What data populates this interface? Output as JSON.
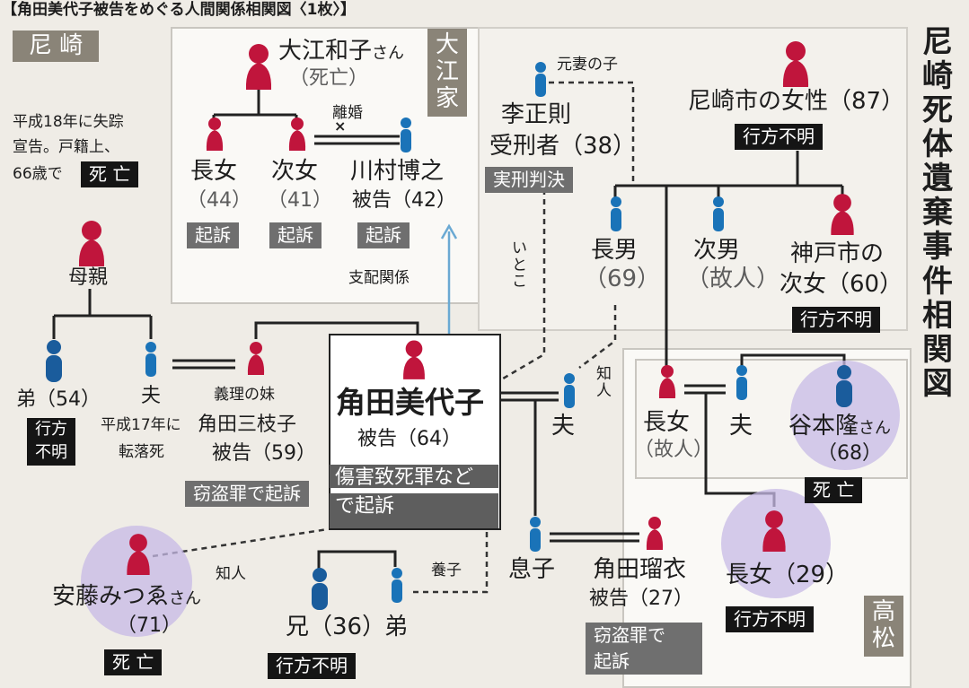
{
  "header": {
    "title": "【角田美代子被告をめぐる人間関係相関図〈1枚〉】"
  },
  "side_title": "尼崎死体遺棄事件相関図",
  "regions": {
    "amagasaki": "尼 崎",
    "oe": "大江家",
    "takamatsu": "高松"
  },
  "colors": {
    "female": "#c0153c",
    "male": "#1a73b8",
    "halo": "#c7b9e6",
    "badge_dark": "#151515",
    "badge_gray": "#6f6f6f"
  },
  "people": {
    "oe_kazuko": {
      "name": "大江和子",
      "honorific": "さん",
      "status": "（死亡）"
    },
    "choujo_oe": {
      "name": "長女",
      "age": "（44）",
      "badge": "起訴"
    },
    "jijo_oe": {
      "name": "次女",
      "age": "（41）",
      "badge": "起訴"
    },
    "kawamura": {
      "name": "川村博之",
      "line2": "被告（42）",
      "badge": "起訴"
    },
    "rijeongchik": {
      "name": "李正則",
      "line2": "受刑者（38）",
      "badge": "実刑判決"
    },
    "amagasaki_woman": {
      "name": "尼崎市の女性（87）",
      "badge": "行方不明"
    },
    "mother": {
      "note1": "平成18年に失踪",
      "note2": "宣告。戸籍上、",
      "note3": "66歳で",
      "badge": "死 亡",
      "name": "母親"
    },
    "younger_brother": {
      "name": "弟（54）",
      "badge1": "行方",
      "badge2": "不明"
    },
    "husband_sister": {
      "name": "夫",
      "note1": "平成17年に",
      "note2": "転落死"
    },
    "mieko": {
      "note": "義理の妹",
      "name": "角田三枝子",
      "age": "被告（59）",
      "badge": "窃盗罪で起訴"
    },
    "miyoko": {
      "name": "角田美代子",
      "age": "被告（64）",
      "charge1": "傷害致死罪など",
      "charge2": "で起訴"
    },
    "miyoko_husband": {
      "name": "夫"
    },
    "chounan": {
      "name": "長男",
      "age": "（69）"
    },
    "jinan": {
      "name": "次男",
      "age": "（故人）"
    },
    "kobe_jijo": {
      "name": "神戸市の",
      "name2": "次女（60）",
      "badge": "行方不明"
    },
    "takamatsu_choujo": {
      "name": "長女",
      "age": "（故人）"
    },
    "takamatsu_husband": {
      "name": "夫"
    },
    "tanimoto": {
      "name": "谷本隆",
      "honorific": "さん",
      "age": "（68）",
      "badge": "死 亡"
    },
    "choujo_29": {
      "name": "長女（29）",
      "badge": "行方不明"
    },
    "musuko": {
      "name": "息子"
    },
    "ruii": {
      "name": "角田瑠衣",
      "age": "被告（27）",
      "badge1": "窃盗罪で",
      "badge2": "起訴"
    },
    "ando": {
      "name": "安藤みつゑ",
      "honorific": "さん",
      "age": "（71）",
      "badge": "死 亡"
    },
    "ani": {
      "name": "兄（36）",
      "badge": "行方不明"
    },
    "otouto2": {
      "name": "弟"
    }
  },
  "relations": {
    "divorce": "離婚",
    "ex_wife_child": "元妻の子",
    "cousin": "いとこ",
    "domination": "支配関係",
    "acquaintance_husband": "知人",
    "acquaintance_ando": "知人",
    "adopted": "養子"
  }
}
